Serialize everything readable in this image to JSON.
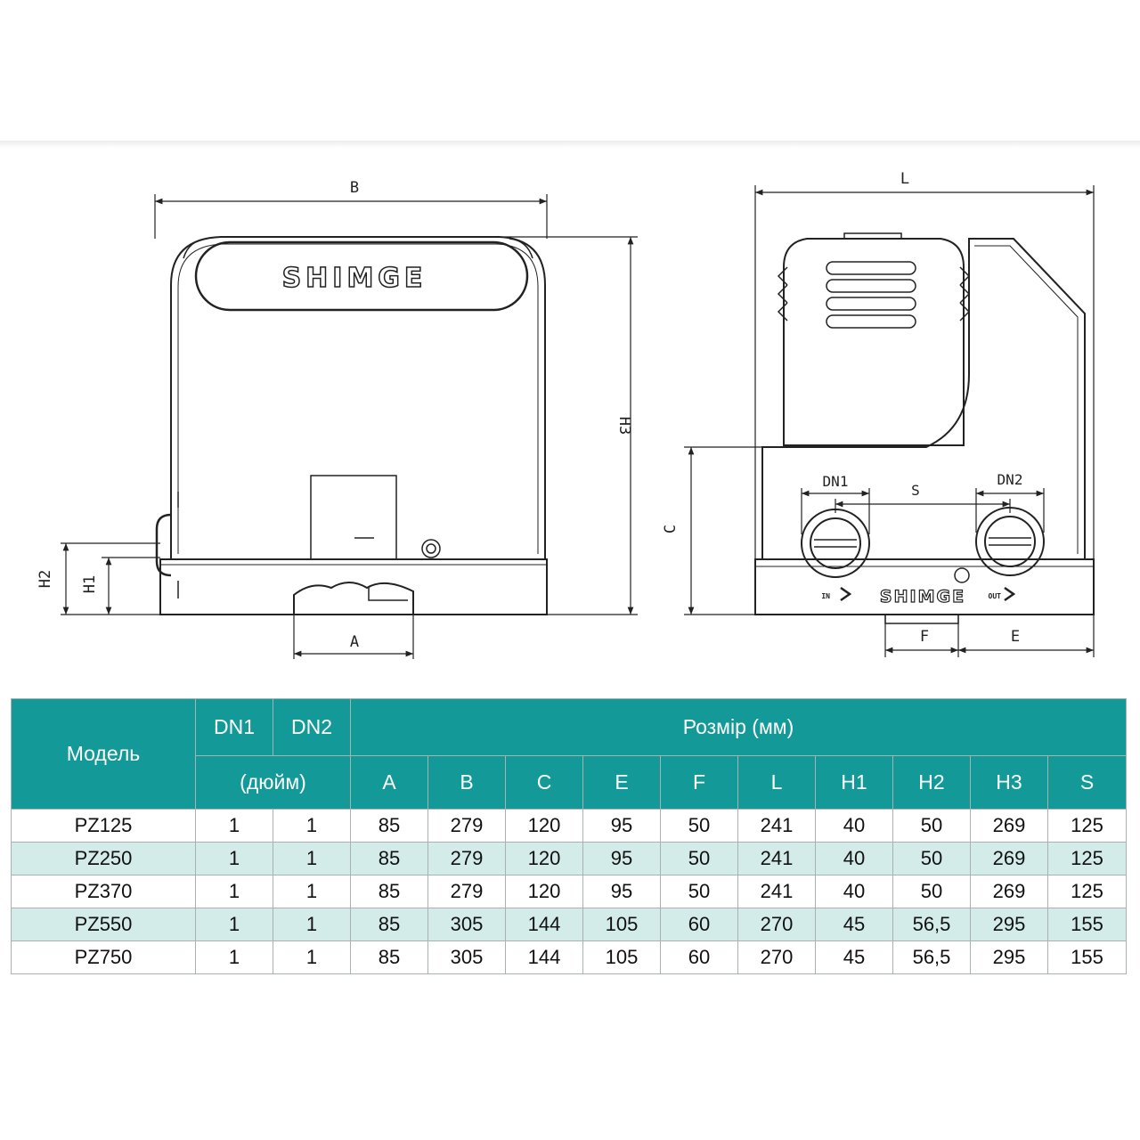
{
  "front_view": {
    "brand": "SHIMGE",
    "dim_labels": {
      "b": "B",
      "h3": "H3",
      "h2": "H2",
      "h1": "H1",
      "a": "A"
    }
  },
  "side_view": {
    "brand": "SHIMGE",
    "inlet_label": "IN",
    "outlet_label": "OUT",
    "dim_labels": {
      "l": "L",
      "c": "C",
      "dn1": "DN1",
      "dn2": "DN2",
      "s": "S",
      "f": "F",
      "e": "E"
    }
  },
  "table": {
    "model_header": "Модель",
    "dn1_header": "DN1",
    "dn2_header": "DN2",
    "unit_inch": "(дюйм)",
    "size_header": "Розмір (мм)",
    "size_columns": [
      "A",
      "B",
      "C",
      "E",
      "F",
      "L",
      "H1",
      "H2",
      "H3",
      "S"
    ],
    "rows": [
      [
        "PZ125",
        "1",
        "1",
        "85",
        "279",
        "120",
        "95",
        "50",
        "241",
        "40",
        "50",
        "269",
        "125"
      ],
      [
        "PZ250",
        "1",
        "1",
        "85",
        "279",
        "120",
        "95",
        "50",
        "241",
        "40",
        "50",
        "269",
        "125"
      ],
      [
        "PZ370",
        "1",
        "1",
        "85",
        "279",
        "120",
        "95",
        "50",
        "241",
        "40",
        "50",
        "269",
        "125"
      ],
      [
        "PZ550",
        "1",
        "1",
        "85",
        "305",
        "144",
        "105",
        "60",
        "270",
        "45",
        "56,5",
        "295",
        "155"
      ],
      [
        "PZ750",
        "1",
        "1",
        "85",
        "305",
        "144",
        "105",
        "60",
        "270",
        "45",
        "56,5",
        "295",
        "155"
      ]
    ]
  }
}
